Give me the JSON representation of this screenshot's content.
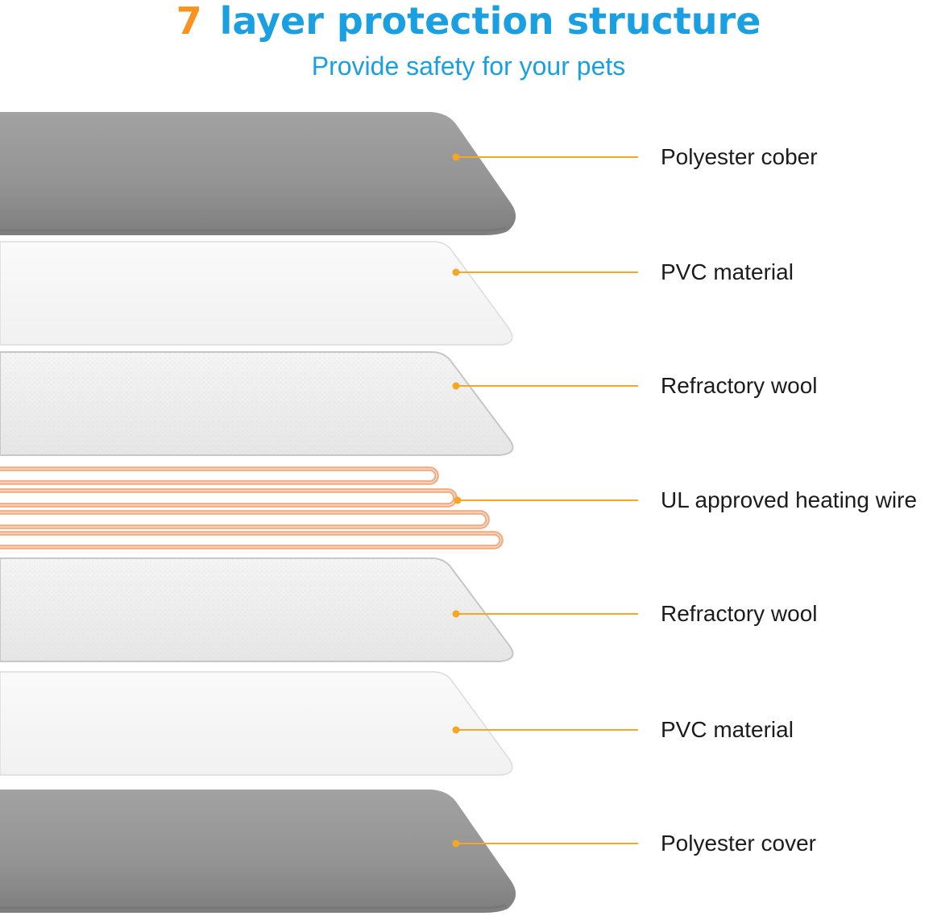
{
  "header": {
    "title_number": "7",
    "title_text": "layer protection structure",
    "subtitle": "Provide safety for your pets"
  },
  "colors": {
    "title_number": "#f7931e",
    "title_text": "#1a9fe0",
    "pointer": "#f5a623",
    "polyester": "#9b9b9b",
    "pvc": "#f6f6f6",
    "wool": "#ededed",
    "heating_wire": "#f2a072"
  },
  "layers": [
    {
      "label": "Polyester cober",
      "kind": "polyester"
    },
    {
      "label": "PVC material",
      "kind": "pvc"
    },
    {
      "label": "Refractory wool",
      "kind": "wool"
    },
    {
      "label": "UL approved heating wire",
      "kind": "wire"
    },
    {
      "label": "Refractory wool",
      "kind": "wool"
    },
    {
      "label": "PVC material",
      "kind": "pvc"
    },
    {
      "label": "Polyester cover",
      "kind": "polyester"
    }
  ]
}
